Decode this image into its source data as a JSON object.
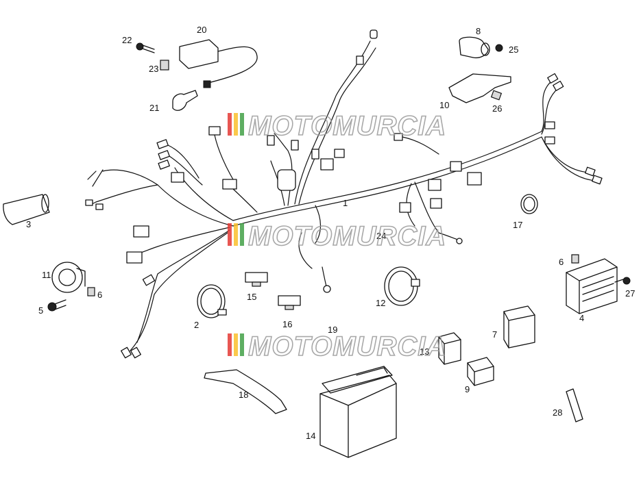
{
  "watermark": {
    "text": "MOTOMURCIA",
    "stripe_colors": [
      "#e53935",
      "#fbc02d",
      "#43a047"
    ]
  },
  "callouts": [
    "1",
    "2",
    "3",
    "4",
    "5",
    "6",
    "6",
    "7",
    "8",
    "9",
    "10",
    "11",
    "12",
    "13",
    "14",
    "15",
    "16",
    "17",
    "18",
    "19",
    "20",
    "21",
    "22",
    "23",
    "24",
    "25",
    "26",
    "27",
    "28"
  ]
}
